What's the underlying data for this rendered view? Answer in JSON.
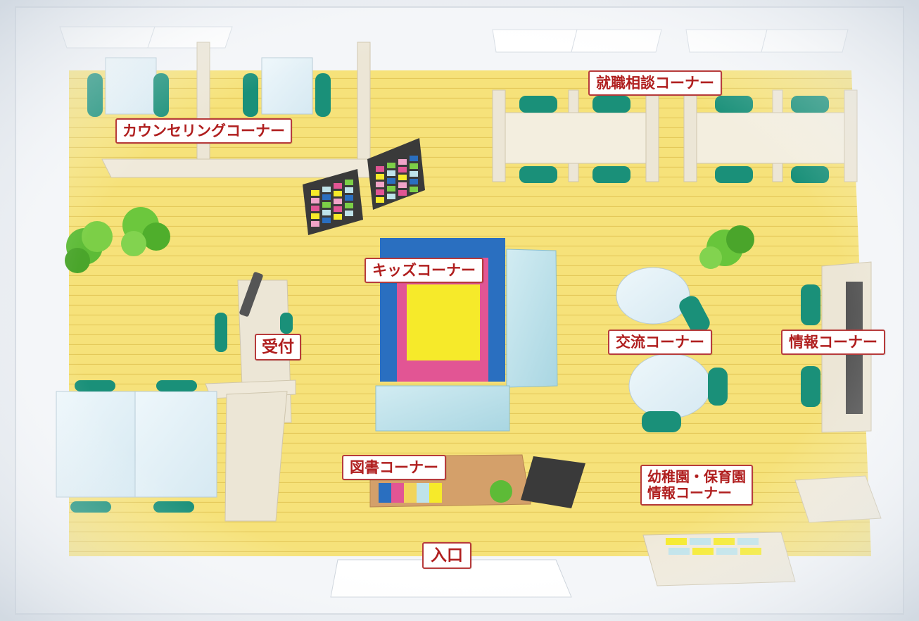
{
  "corners": {
    "counseling": "カウンセリングコーナー",
    "job_consultation": "就職相談コーナー",
    "kids": "キッズコーナー",
    "reception": "受付",
    "exchange": "交流コーナー",
    "information": "情報コーナー",
    "books": "図書コーナー",
    "kindergarten_line1": "幼稚園・保育園",
    "kindergarten_line2": "情報コーナー",
    "entrance": "入口"
  },
  "colors": {
    "floor": "#f6e27a",
    "chair": "#1a9079",
    "label_border": "#b73b3b",
    "label_text": "#b01f1f",
    "partition": "#ece6d6",
    "kids_pink": "#e25594",
    "kids_blue": "#2a6fc0",
    "kids_yellow": "#f6ea2a"
  },
  "icons": [
    "chair-icon",
    "plant-icon",
    "monitor-icon",
    "table-icon",
    "sofa-icon",
    "bookshelf-icon",
    "display-board-icon",
    "laptop-icon"
  ]
}
